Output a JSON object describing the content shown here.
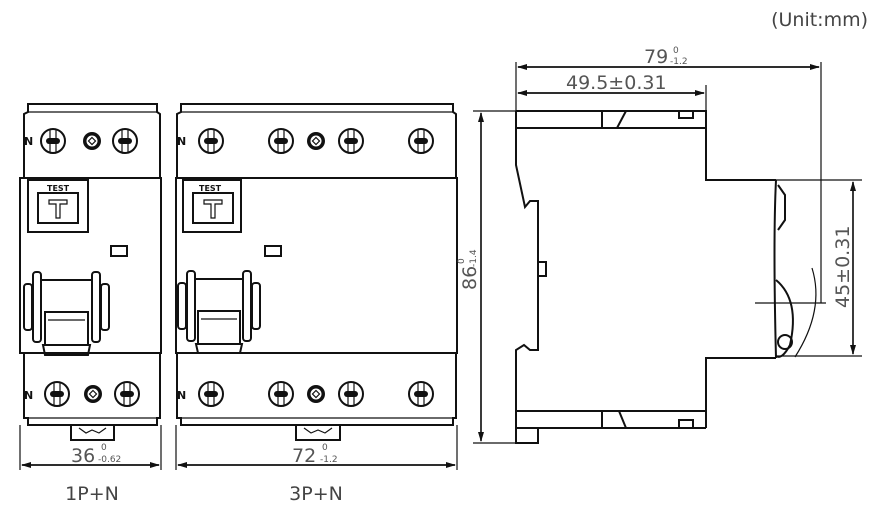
{
  "unit_label": "(Unit:mm)",
  "front_views": [
    {
      "name": "1P+N",
      "width_dim": "36",
      "tol_upper": "0",
      "tol_lower": "-0.62",
      "terminal_marker": "N",
      "test_label": "TEST"
    },
    {
      "name": "3P+N",
      "width_dim": "72",
      "tol_upper": "0",
      "tol_lower": "-1.2",
      "terminal_marker": "N",
      "test_label": "TEST"
    }
  ],
  "side_view": {
    "overall_depth": {
      "value": "79",
      "tol_upper": "0",
      "tol_lower": "-1.2"
    },
    "front_depth": {
      "value": "49.5±0.31"
    },
    "height": {
      "value": "86",
      "tol_upper": "0",
      "tol_lower": "-1.4"
    },
    "din_height": {
      "value": "45±0.31"
    }
  },
  "colors": {
    "line": "#111111",
    "text": "#555555",
    "background": "#ffffff"
  }
}
